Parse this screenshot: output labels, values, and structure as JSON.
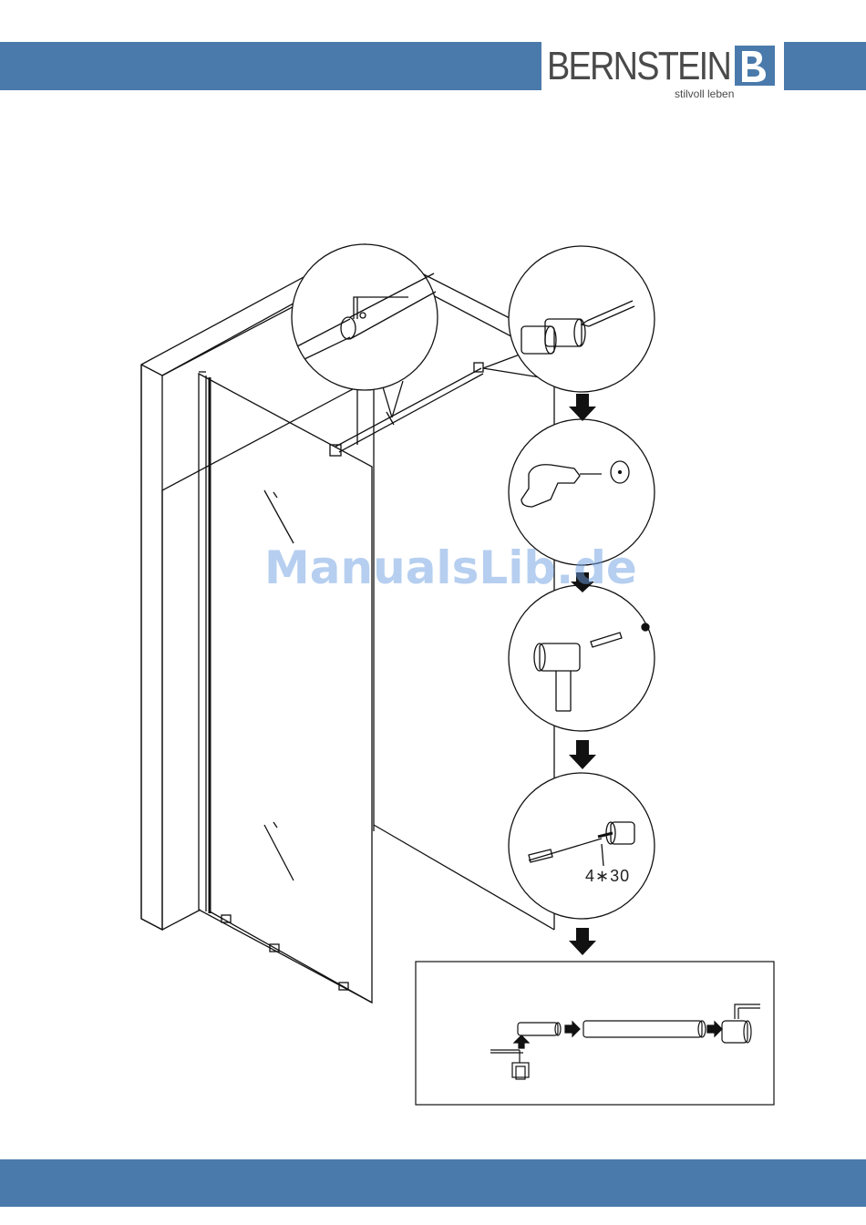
{
  "header": {
    "brand": "BERNSTEIN",
    "tagline": "stilvoll leben",
    "band_color": "#4a7aab",
    "logo_mark_icon": "bernstein-b-logo"
  },
  "illustration": {
    "screw_size_label": "4∗30",
    "watermark": "ManualsLib.de",
    "steps_icons": [
      "hex-key-icon",
      "pencil-mark-icon",
      "drill-icon",
      "dowel-icon",
      "screwdriver-icon"
    ]
  },
  "footer": {
    "band_color": "#4a7aab"
  }
}
